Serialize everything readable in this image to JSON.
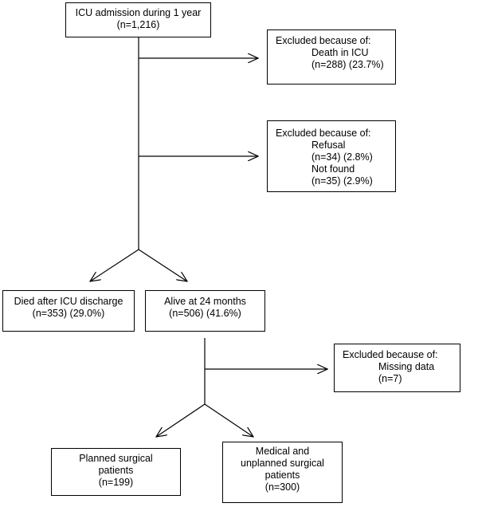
{
  "boxes": {
    "admission": {
      "title": "ICU admission during 1 year",
      "count": "(n=1,216)"
    },
    "excluded_death": {
      "header": "Excluded because of:",
      "reason": "Death in ICU",
      "count": "(n=288) (23.7%)"
    },
    "excluded_refusal": {
      "header": "Excluded because of:",
      "reason1": "Refusal",
      "count1": "(n=34) (2.8%)",
      "reason2": "Not found",
      "count2": "(n=35) (2.9%)"
    },
    "died_after": {
      "title": "Died after ICU discharge",
      "count": "(n=353) (29.0%)"
    },
    "alive": {
      "title": "Alive at 24 months",
      "count": "(n=506) (41.6%)"
    },
    "excluded_missing": {
      "header": "Excluded because of:",
      "reason": "Missing data",
      "count": "(n=7)"
    },
    "planned_surgical": {
      "line1": "Planned surgical",
      "line2": "patients",
      "count": "(n=199)"
    },
    "medical_unplanned": {
      "line1": "Medical and",
      "line2": "unplanned surgical",
      "line3": "patients",
      "count": "(n=300)"
    }
  }
}
